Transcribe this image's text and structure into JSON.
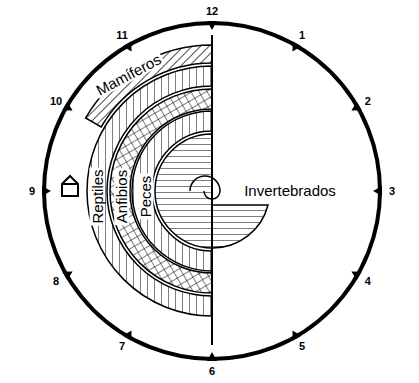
{
  "diagram": {
    "labels": [
      "12",
      "1",
      "2",
      "3",
      "4",
      "5",
      "6",
      "7",
      "8",
      "9",
      "10",
      "11",
      "Mamíferos",
      "Reptiles",
      "Anfibios",
      "Peces",
      "Invertebrados"
    ]
  }
}
